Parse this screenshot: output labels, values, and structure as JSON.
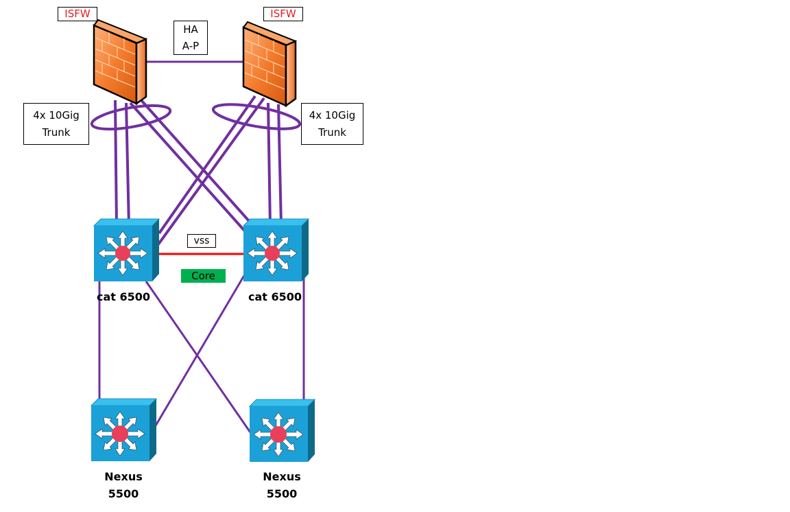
{
  "diagram": {
    "colors": {
      "link": "#7030a0",
      "vss_link": "#ff0000",
      "firewall": "#f47c2c",
      "switch": "#1ba1d8",
      "switch_dark": "#0f6a8a",
      "hub": "#e8405a",
      "core_badge": "#00b050",
      "fw_label_text": "#e11b22"
    },
    "firewalls": [
      {
        "id": "fw-left",
        "label": "ISFW"
      },
      {
        "id": "fw-right",
        "label": "ISFW"
      }
    ],
    "ha_label": {
      "line1": "HA",
      "line2": "A-P"
    },
    "trunk_labels": [
      {
        "line1": "4x 10Gig",
        "line2": "Trunk"
      },
      {
        "line1": "4x 10Gig",
        "line2": "Trunk"
      }
    ],
    "core_switches": [
      {
        "id": "cat-left",
        "label": "cat 6500"
      },
      {
        "id": "cat-right",
        "label": "cat 6500"
      }
    ],
    "vss_label": "vss",
    "core_label": "Core",
    "access_switches": [
      {
        "id": "nexus-left",
        "line1": "Nexus",
        "line2": "5500"
      },
      {
        "id": "nexus-right",
        "line1": "Nexus",
        "line2": "5500"
      }
    ],
    "links": [
      {
        "from": "fw-left",
        "to": "fw-right",
        "type": "HA"
      },
      {
        "from": "fw-left",
        "to": "cat-left",
        "count": 2,
        "type": "trunk"
      },
      {
        "from": "fw-left",
        "to": "cat-right",
        "count": 2,
        "type": "trunk"
      },
      {
        "from": "fw-right",
        "to": "cat-left",
        "count": 2,
        "type": "trunk"
      },
      {
        "from": "fw-right",
        "to": "cat-right",
        "count": 2,
        "type": "trunk"
      },
      {
        "from": "cat-left",
        "to": "cat-right",
        "type": "vss"
      },
      {
        "from": "cat-left",
        "to": "nexus-left"
      },
      {
        "from": "cat-left",
        "to": "nexus-right"
      },
      {
        "from": "cat-right",
        "to": "nexus-left"
      },
      {
        "from": "cat-right",
        "to": "nexus-right"
      }
    ]
  }
}
